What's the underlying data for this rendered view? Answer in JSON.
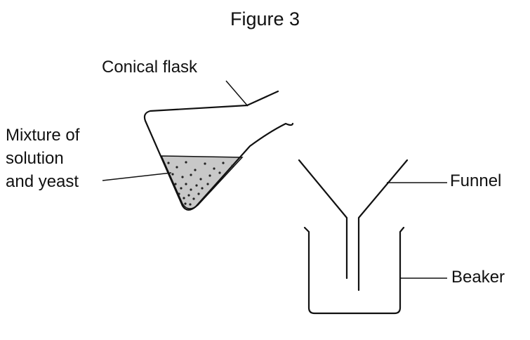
{
  "title": "Figure 3",
  "labels": {
    "conical_flask": "Conical flask",
    "mixture": "Mixture of\nsolution\nand yeast",
    "funnel": "Funnel",
    "beaker": "Beaker"
  },
  "colors": {
    "ink": "#111111",
    "liquid": "#c8c8c8",
    "background": "#ffffff"
  }
}
